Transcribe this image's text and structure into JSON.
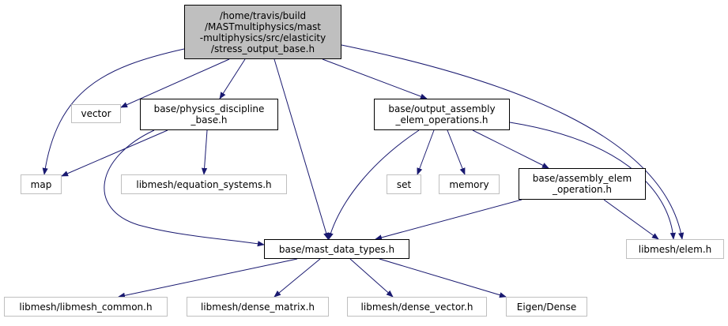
{
  "colors": {
    "edge": "#191970",
    "node_border": "#000000",
    "external_border": "#bfbfbf",
    "root_fill": "#bfbfbf"
  },
  "nodes": {
    "root": {
      "lines": [
        "/home/travis/build",
        "/MASTmultiphysics/mast",
        "-multiphysics/src/elasticity",
        "/stress_output_base.h"
      ]
    },
    "vector": {
      "lines": [
        "vector"
      ]
    },
    "physics": {
      "lines": [
        "base/physics_discipline",
        "_base.h"
      ]
    },
    "oae": {
      "lines": [
        "base/output_assembly",
        "_elem_operations.h"
      ]
    },
    "map": {
      "lines": [
        "map"
      ]
    },
    "eqsys": {
      "lines": [
        "libmesh/equation_systems.h"
      ]
    },
    "set": {
      "lines": [
        "set"
      ]
    },
    "memory": {
      "lines": [
        "memory"
      ]
    },
    "aeo": {
      "lines": [
        "base/assembly_elem",
        "_operation.h"
      ]
    },
    "mdt": {
      "lines": [
        "base/mast_data_types.h"
      ]
    },
    "elem": {
      "lines": [
        "libmesh/elem.h"
      ]
    },
    "common": {
      "lines": [
        "libmesh/libmesh_common.h"
      ]
    },
    "dmat": {
      "lines": [
        "libmesh/dense_matrix.h"
      ]
    },
    "dvec": {
      "lines": [
        "libmesh/dense_vector.h"
      ]
    },
    "eigen": {
      "lines": [
        "Eigen/Dense"
      ]
    }
  },
  "edges": [
    [
      "root",
      "vector"
    ],
    [
      "root",
      "physics"
    ],
    [
      "root",
      "oae"
    ],
    [
      "root",
      "map"
    ],
    [
      "root",
      "mdt"
    ],
    [
      "root",
      "elem"
    ],
    [
      "physics",
      "map"
    ],
    [
      "physics",
      "eqsys"
    ],
    [
      "physics",
      "mdt"
    ],
    [
      "oae",
      "set"
    ],
    [
      "oae",
      "memory"
    ],
    [
      "oae",
      "aeo"
    ],
    [
      "oae",
      "mdt"
    ],
    [
      "oae",
      "elem"
    ],
    [
      "aeo",
      "mdt"
    ],
    [
      "aeo",
      "elem"
    ],
    [
      "mdt",
      "common"
    ],
    [
      "mdt",
      "dmat"
    ],
    [
      "mdt",
      "dvec"
    ],
    [
      "mdt",
      "eigen"
    ]
  ]
}
